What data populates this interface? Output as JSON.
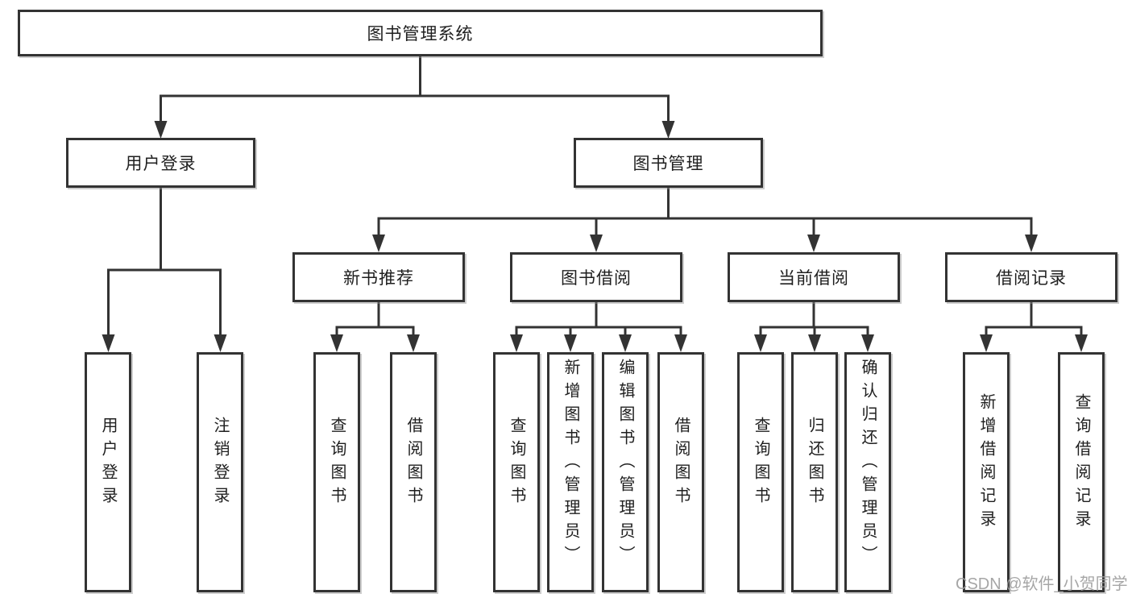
{
  "tree": {
    "root": {
      "label": "图书管理系统",
      "children": [
        {
          "label": "用户登录",
          "children": [
            {
              "label": "用户登录"
            },
            {
              "label": "注销登录"
            }
          ]
        },
        {
          "label": "图书管理",
          "children": [
            {
              "label": "新书推荐",
              "children": [
                {
                  "label": "查询图书"
                },
                {
                  "label": "借阅图书"
                }
              ]
            },
            {
              "label": "图书借阅",
              "children": [
                {
                  "label": "查询图书"
                },
                {
                  "label": "新增图书（管理员）"
                },
                {
                  "label": "编辑图书（管理员）"
                },
                {
                  "label": "借阅图书"
                }
              ]
            },
            {
              "label": "当前借阅",
              "children": [
                {
                  "label": "查询图书"
                },
                {
                  "label": "归还图书"
                },
                {
                  "label": "确认归还（管理员）"
                }
              ]
            },
            {
              "label": "借阅记录",
              "children": [
                {
                  "label": "新增借阅记录"
                },
                {
                  "label": "查询借阅记录"
                }
              ]
            }
          ]
        }
      ]
    }
  },
  "watermark": {
    "text": "CSDN @软件_小贺同学"
  },
  "colors": {
    "line": "#333333",
    "box_border": "#333333",
    "box_background": "#ffffff",
    "text": "#1f1f1f",
    "watermark": "#9e9e9e",
    "page_background": "#ffffff"
  }
}
